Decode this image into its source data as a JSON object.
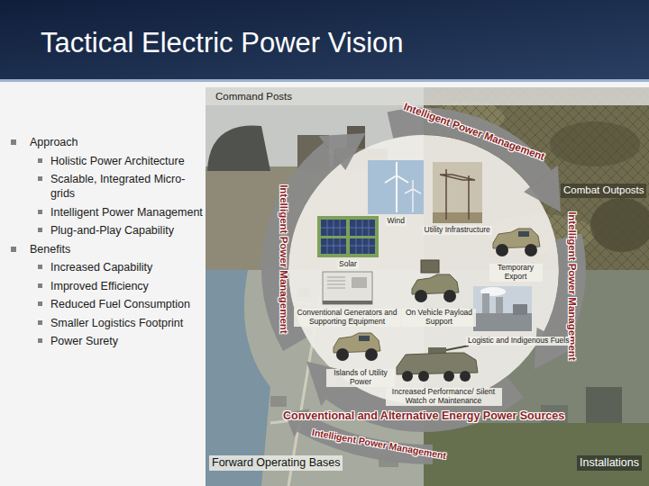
{
  "diagram": {
    "title": "Tactical Electric Power Vision",
    "labels": [
      "Approach",
      "Holistic Power Architecture",
      "Scalable, Integrated Micro-grids",
      "Intelligent Power Management",
      "Plug-and-Play Capability",
      "Benefits",
      "Increased Capability",
      "Improved Efficiency",
      "Reduced Fuel Consumption",
      "Smaller Logistics Footprint",
      "Power Surety",
      "Command Posts",
      "Intelligent Power Management",
      "Intelligent Power Management",
      "Combat Outposts",
      "Wind",
      "Utility Infrastructure",
      "Solar",
      "Temporary Export",
      "Intelligent Power Management",
      "Conventional Generators and Supporting Equipment",
      "On Vehicle Payload Support",
      "Logistic and Indigenous Fuels",
      "Islands of Utility Power",
      "Increased Performance/ Silent Watch or Maintenance",
      "Conventional and Alternative Energy Power Sources",
      "Intelligent Power Management",
      "Forward Operating Bases",
      "Installations"
    ]
  }
}
